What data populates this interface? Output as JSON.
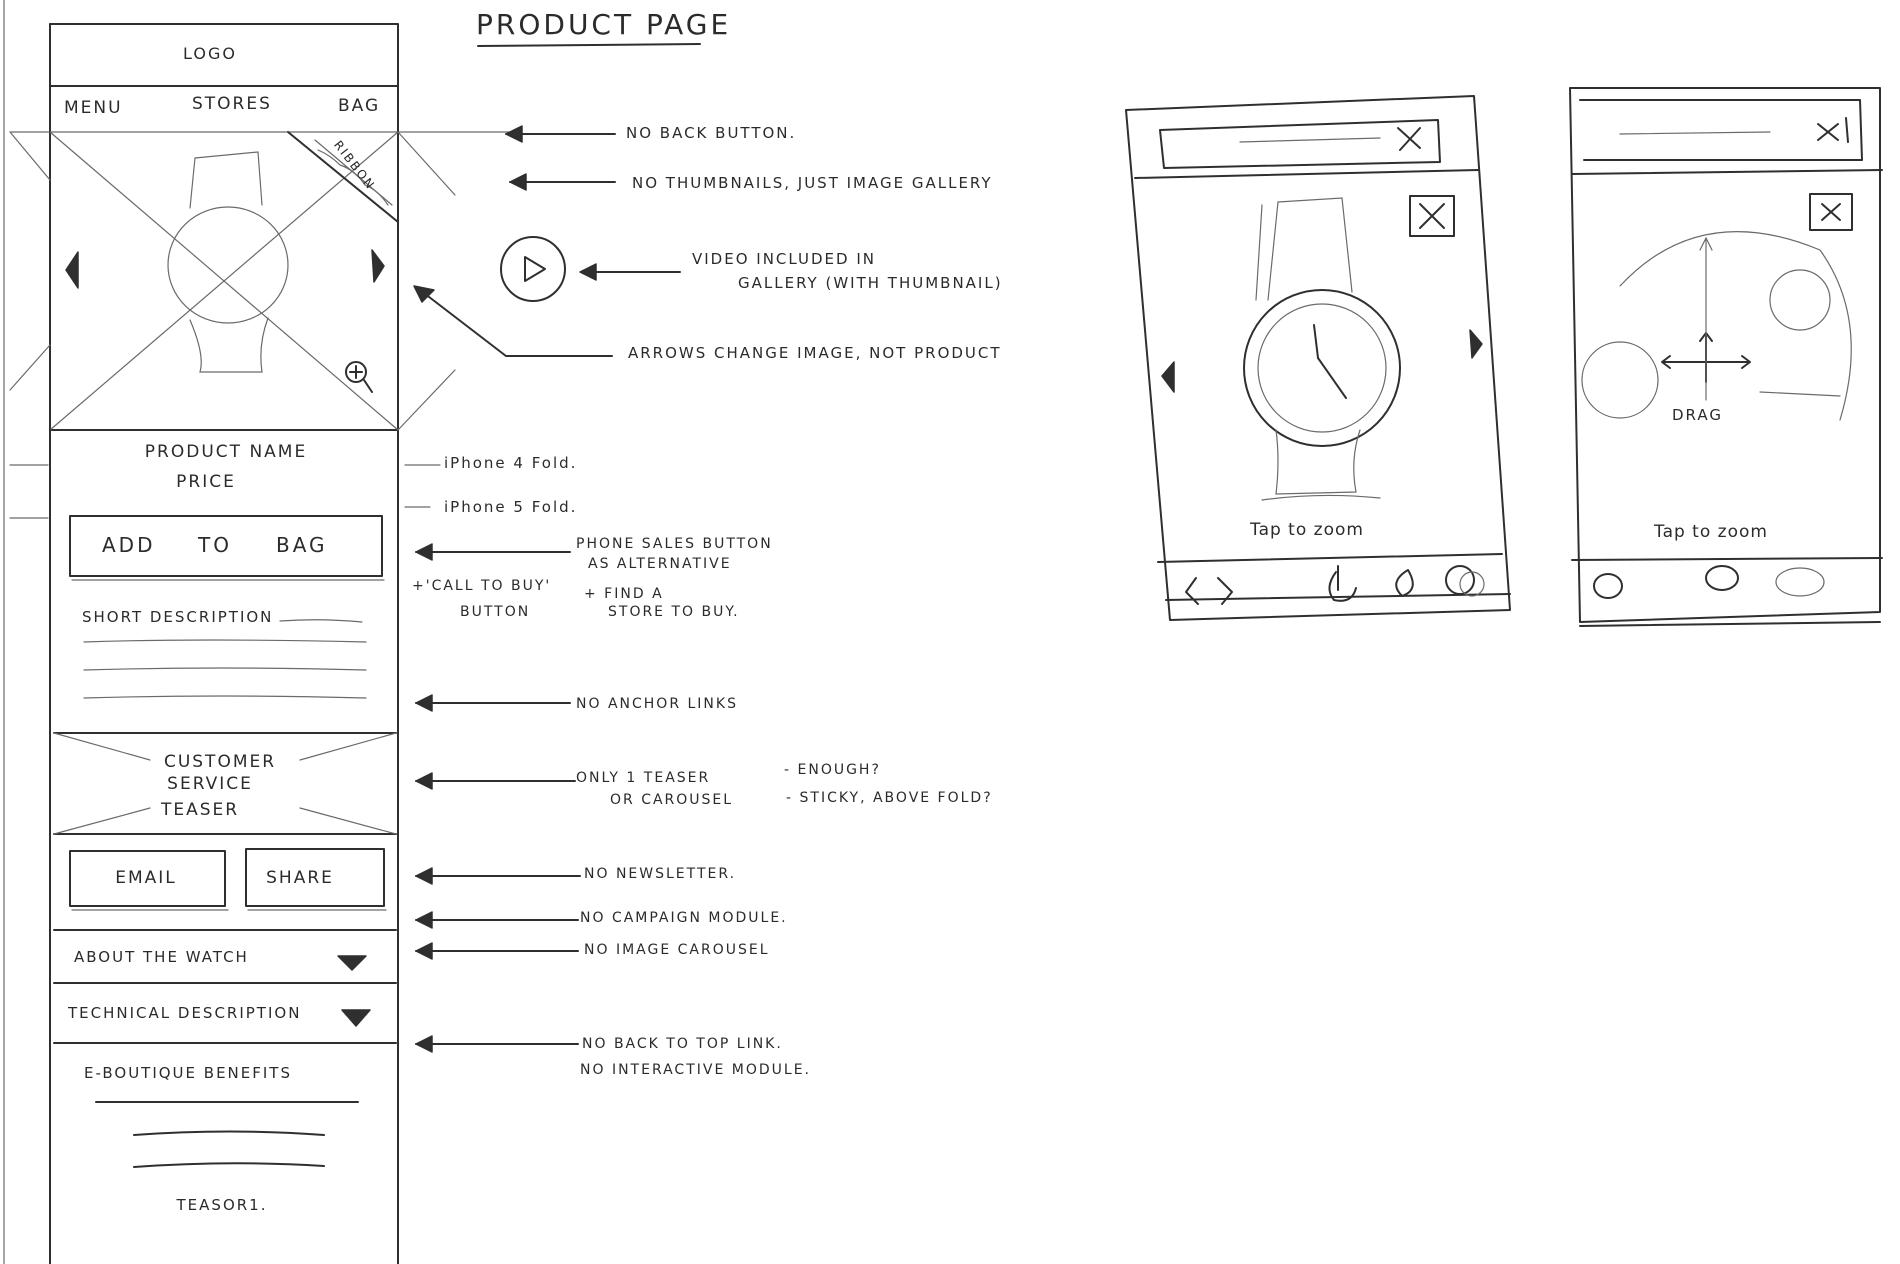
{
  "title": "Product Page",
  "phone": {
    "logo": "Logo",
    "nav": {
      "menu": "Menu",
      "stores": "Stores",
      "bag": "Bag"
    },
    "ribbon": "Ribbon",
    "product_name": "Product Name",
    "price": "Price",
    "add_to_bag": [
      "Add",
      "To",
      "Bag"
    ],
    "short_description": "Short Description",
    "teaser": [
      "Customer",
      "Service",
      "Teaser"
    ],
    "email": "Email",
    "share": "Share",
    "about": "About The Watch",
    "technical": "Technical Description",
    "benefits": "E-Boutique Benefits",
    "teaser1": "Teasor1."
  },
  "notes": {
    "no_back": "No Back Button.",
    "no_thumbs": "No Thumbnails, Just Image Gallery",
    "video_1": "Video Included In",
    "video_2": "Gallery (With Thumbnail)",
    "arrows": "Arrows Change Image, Not Product",
    "iphone4": "iPhone 4 Fold.",
    "iphone5": "iPhone 5 Fold.",
    "sales_1": "Phone Sales Button",
    "sales_2": "As Alternative",
    "call_1": "+'Call To Buy'",
    "call_2": "Button",
    "find_1": "+ Find A",
    "find_2": "Store To Buy.",
    "anchor": "No Anchor Links",
    "teaser_1": "Only 1 Teaser",
    "teaser_2": "Or Carousel",
    "enough": "- Enough?",
    "sticky": "- Sticky, Above Fold?",
    "newsletter": "No Newsletter.",
    "campaign": "No Campaign Module.",
    "carousel": "No Image Carousel",
    "back_top": "No Back To Top Link.",
    "interactive": "No Interactive Module."
  },
  "zoom_views": {
    "tap_zoom_1": "Tap to zoom",
    "tap_zoom_2": "Tap to zoom",
    "drag": "Drag"
  }
}
